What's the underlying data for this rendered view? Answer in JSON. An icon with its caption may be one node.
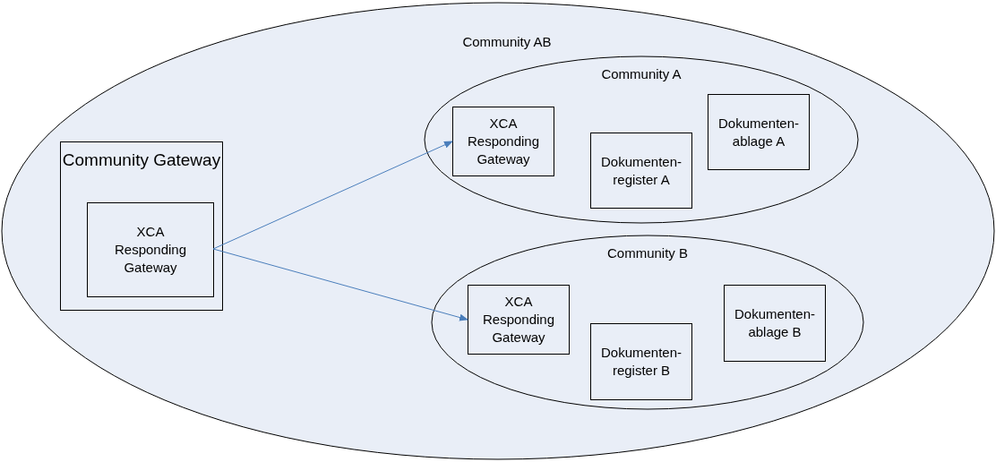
{
  "diagram": {
    "nodes": [
      {
        "text": [
          "Community AB"
        ]
      },
      {
        "text": [
          "Community Gateway"
        ],
        "in": 0
      },
      {
        "text": [
          "XCA Responding Gateway"
        ],
        "in": 1
      },
      {
        "text": [
          "Community A"
        ],
        "in": 0
      },
      {
        "text": [
          "XCA Responding Gateway"
        ],
        "in": 3
      },
      {
        "text": [
          "Dokumenten-register A"
        ],
        "in": 3
      },
      {
        "text": [
          "Dokumenten-ablage A"
        ],
        "in": 3
      },
      {
        "text": [
          "Community B"
        ],
        "in": 0
      },
      {
        "text": [
          "XCA Responding Gateway"
        ],
        "in": 7
      },
      {
        "text": [
          "Dokumenten-register B"
        ],
        "in": 7
      },
      {
        "text": [
          "Dokumenten-ablage B"
        ],
        "in": 7
      }
    ],
    "edges": [
      {
        "from": 2,
        "to": 4,
        "arrow": "to",
        "color": "#4a7ebb"
      },
      {
        "from": 2,
        "to": 8,
        "arrow": "to",
        "color": "#4a7ebb"
      }
    ]
  }
}
